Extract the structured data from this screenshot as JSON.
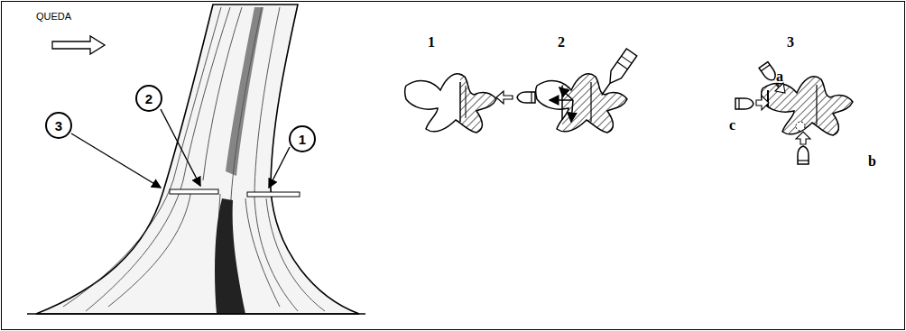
{
  "diagram": {
    "nodes": [
      {
        "text": [
          "3"
        ]
      },
      {
        "text": [
          "2"
        ]
      },
      {
        "text": [
          "1"
        ]
      }
    ],
    "labels": [
      "QUEDA",
      "1",
      "2",
      "3",
      "a",
      "b",
      "c"
    ]
  }
}
